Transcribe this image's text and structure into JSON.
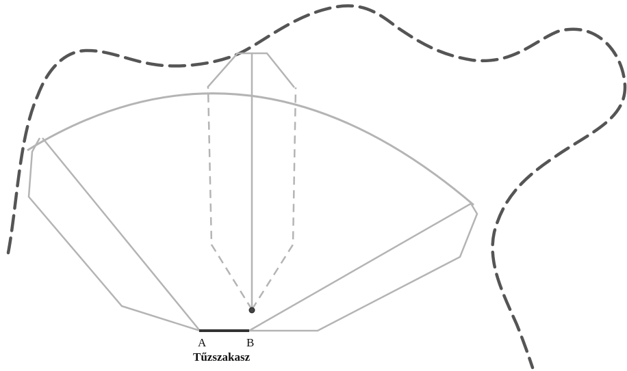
{
  "labels": {
    "point_a": "A",
    "point_b": "B",
    "segment_caption": "Tűzszakasz"
  },
  "colors": {
    "background": "#ffffff",
    "boundary_line": "#555555",
    "fan_outline": "#b4b4b4",
    "fire_segment": "#333333",
    "origin_point": "#444444"
  }
}
